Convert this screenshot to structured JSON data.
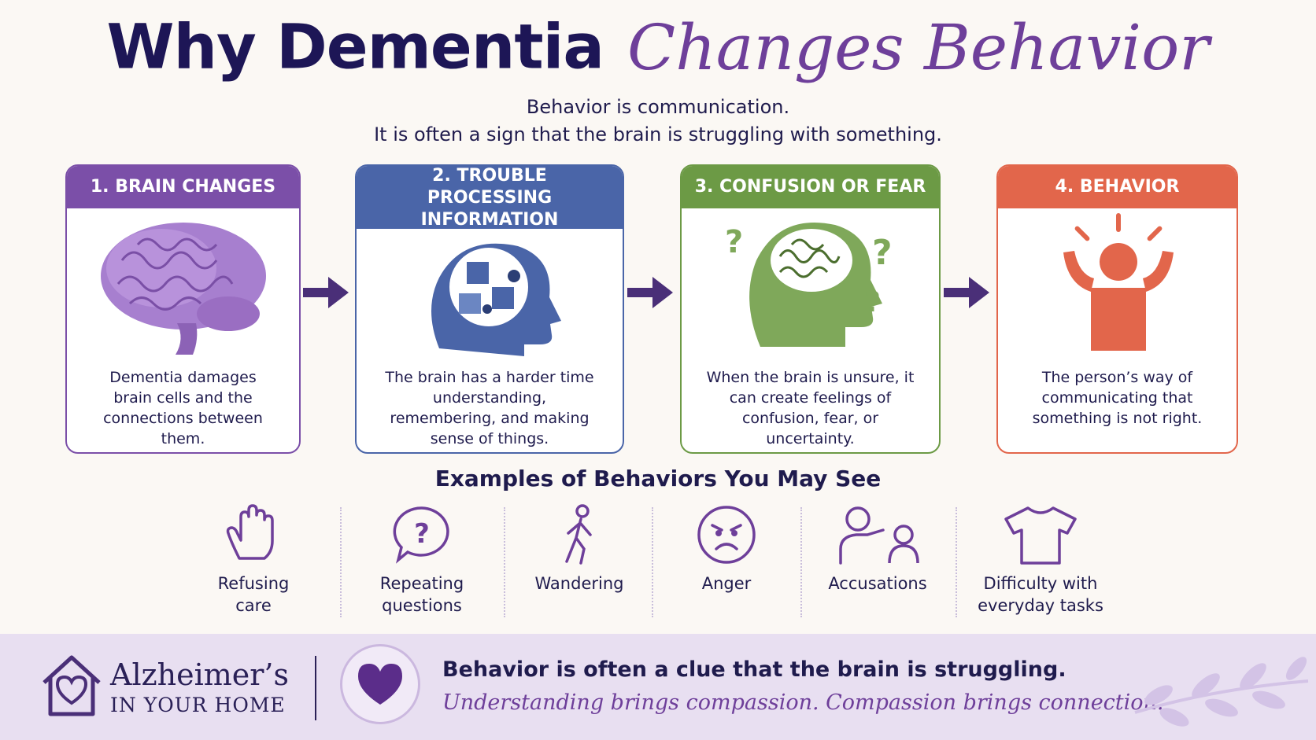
{
  "title": {
    "part1": "Why Dementia",
    "part2": "Changes Behavior"
  },
  "subtitle": {
    "line1": "Behavior is communication.",
    "line2": "It is often a sign that the brain is struggling with something."
  },
  "steps": [
    {
      "heading": "1. BRAIN CHANGES",
      "text": "Dementia damages brain cells and the connections between them.",
      "color": "#7b4fa8",
      "icon": "brain-icon"
    },
    {
      "heading_line1": "2. TROUBLE",
      "heading_line2": "PROCESSING INFORMATION",
      "text": "The brain has a harder time understanding, remembering, and making sense of things.",
      "color": "#4a65a8",
      "icon": "head-puzzle-icon"
    },
    {
      "heading": "3. CONFUSION OR FEAR",
      "text": "When the brain is unsure, it can create feelings of confusion, fear, or uncertainty.",
      "color": "#6c9a45",
      "icon": "confused-head-icon"
    },
    {
      "heading": "4. BEHAVIOR",
      "text": "The person’s way of communicating that something is not right.",
      "color": "#e2664b",
      "icon": "upset-person-icon"
    }
  ],
  "examples": {
    "title": "Examples of Behaviors You May See",
    "items": [
      {
        "line1": "Refusing",
        "line2": "care",
        "icon": "raised-hand-icon"
      },
      {
        "line1": "Repeating",
        "line2": "questions",
        "icon": "question-bubble-icon"
      },
      {
        "line1": "Wandering",
        "line2": "",
        "icon": "walking-person-icon"
      },
      {
        "line1": "Anger",
        "line2": "",
        "icon": "angry-face-icon"
      },
      {
        "line1": "Accusations",
        "line2": "",
        "icon": "pointing-people-icon"
      },
      {
        "line1": "Difficulty with",
        "line2": "everyday tasks",
        "icon": "shirt-icon"
      }
    ]
  },
  "footer": {
    "brand_line1": "Alzheimer’s",
    "brand_line2": "IN YOUR HOME",
    "message": "Behavior is often a clue that the brain is struggling.",
    "tagline": "Understanding brings compassion. Compassion brings connection."
  },
  "colors": {
    "navy": "#1d1656",
    "purple": "#6e3f9a",
    "blue": "#4a65a8",
    "green": "#6c9a45",
    "orange": "#e2664b"
  }
}
